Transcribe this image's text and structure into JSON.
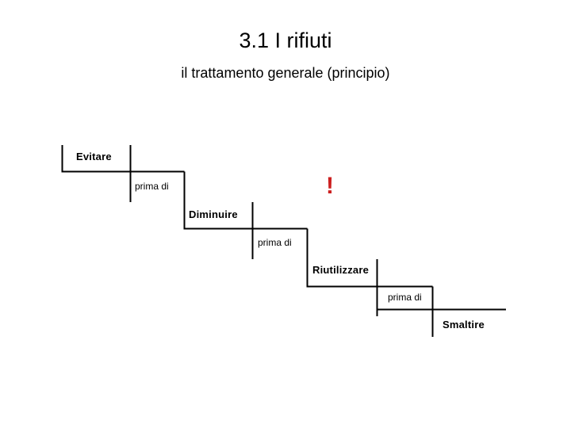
{
  "slide": {
    "title": "3.1 I rifiuti",
    "subtitle": "il trattamento generale (principio)",
    "background_color": "#ffffff",
    "text_color": "#000000"
  },
  "diagram": {
    "type": "staircase-hierarchy",
    "description": "Waste treatment hierarchy descending staircase",
    "line_color": "#000000",
    "steps": [
      {
        "label": "Evitare",
        "order": 1
      },
      {
        "label": "Diminuire",
        "order": 2
      },
      {
        "label": "Riutilizzare",
        "order": 3
      },
      {
        "label": "Smaltire",
        "order": 4
      }
    ],
    "connectors": [
      {
        "label": "prima di",
        "from": "Evitare",
        "to": "Diminuire"
      },
      {
        "label": "prima di",
        "from": "Diminuire",
        "to": "Riutilizzare"
      },
      {
        "label": "prima di",
        "from": "Riutilizzare",
        "to": "Smaltire"
      }
    ],
    "warning": {
      "mark": "!",
      "color": "#cc2020"
    }
  }
}
